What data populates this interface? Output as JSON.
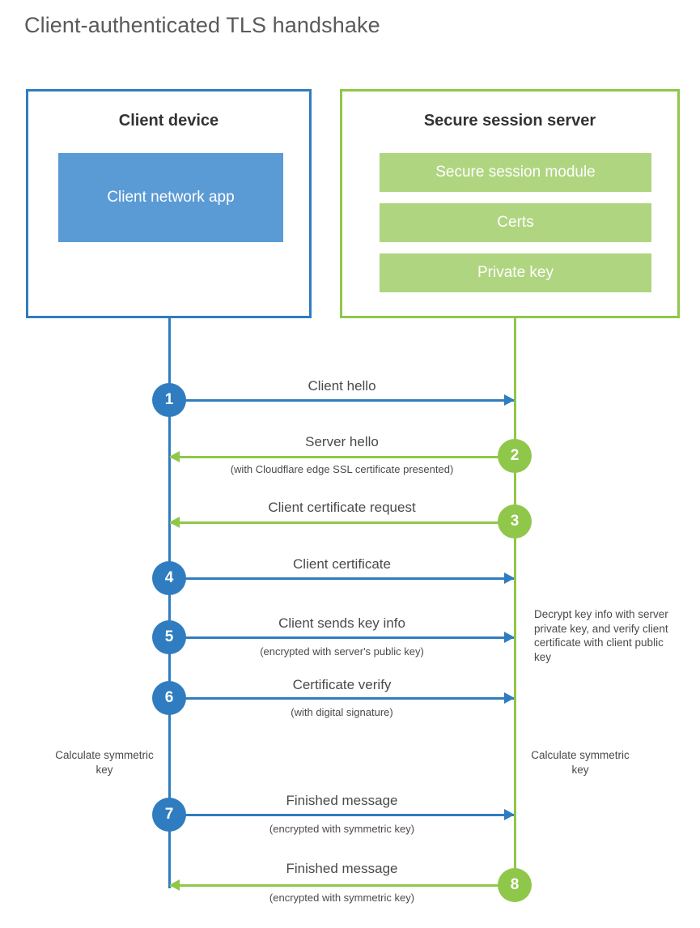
{
  "title": "Client-authenticated TLS handshake",
  "colors": {
    "blue": "#2f7dc0",
    "blue_fill": "#5b9bd5",
    "green": "#8fc74a",
    "green_fill": "#b0d580",
    "text": "#4a4a4a",
    "heading": "#333333"
  },
  "parties": {
    "client": {
      "title": "Client device",
      "block": "Client network app"
    },
    "server": {
      "title": "Secure session server",
      "blocks": [
        "Secure session module",
        "Certs",
        "Private key"
      ]
    }
  },
  "steps": [
    {
      "number": "1",
      "label": "Client hello",
      "sub": "",
      "direction": "client-to-server",
      "color": "blue"
    },
    {
      "number": "2",
      "label": "Server hello",
      "sub": "(with Cloudflare edge SSL certificate presented)",
      "direction": "server-to-client",
      "color": "green"
    },
    {
      "number": "3",
      "label": "Client certificate request",
      "sub": "",
      "direction": "server-to-client",
      "color": "green"
    },
    {
      "number": "4",
      "label": "Client certificate",
      "sub": "",
      "direction": "client-to-server",
      "color": "blue"
    },
    {
      "number": "5",
      "label": "Client sends key info",
      "sub": "(encrypted with server's public key)",
      "direction": "client-to-server",
      "color": "blue"
    },
    {
      "number": "6",
      "label": "Certificate verify",
      "sub": "(with digital signature)",
      "direction": "client-to-server",
      "color": "blue"
    },
    {
      "number": "7",
      "label": "Finished message",
      "sub": "(encrypted with symmetric key)",
      "direction": "client-to-server",
      "color": "blue"
    },
    {
      "number": "8",
      "label": "Finished message",
      "sub": "(encrypted with symmetric key)",
      "direction": "server-to-client",
      "color": "green"
    }
  ],
  "notes": {
    "server_decrypt": "Decrypt key info with server private key, and verify client certificate with client public key",
    "client_calc": "Calculate symmetric key",
    "server_calc": "Calculate symmetric key"
  }
}
